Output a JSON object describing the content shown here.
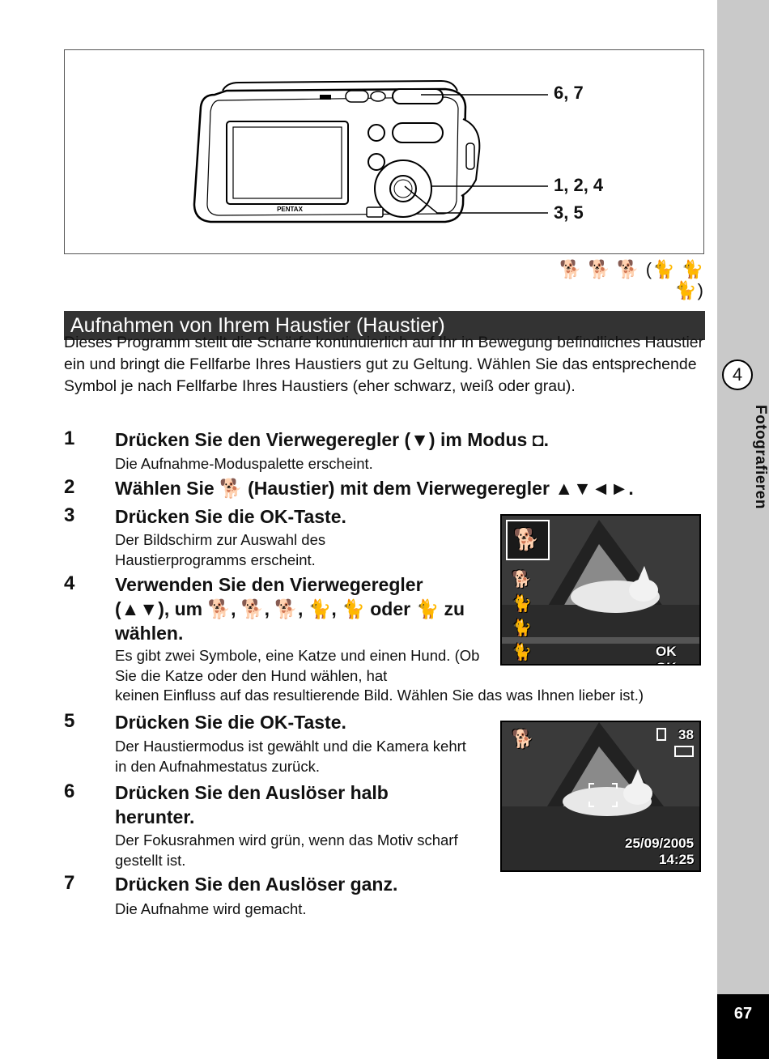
{
  "sidebar": {
    "chapter_number": "4",
    "chapter_label": "Fotografieren",
    "page_number": "67"
  },
  "figure": {
    "brand": "PENTAX",
    "callouts": [
      "6, 7",
      "1, 2, 4",
      "3, 5"
    ]
  },
  "mode_icons": "🐕 🐕 🐕 (🐈 🐈 🐈)",
  "heading": "Aufnahmen von Ihrem Haustier (Haustier)",
  "intro": "Dieses Programm stellt die Schärfe kontinuierlich auf Ihr in Bewegung befindliches Haustier ein und bringt die Fellfarbe Ihres Haustiers gut zu Geltung. Wählen Sie das entsprechende Symbol je nach Fellfarbe Ihres Haustiers (eher schwarz, weiß oder grau).",
  "steps": [
    {
      "num": "1",
      "title": "Drücken Sie den Vierwegeregler (▼) im Modus ◘.",
      "desc": "Die Aufnahme-Moduspalette erscheint."
    },
    {
      "num": "2",
      "title": "Wählen Sie 🐕 (Haustier) mit dem Vierwegeregler ▲▼◄►.",
      "desc": ""
    },
    {
      "num": "3",
      "title": "Drücken Sie die OK-Taste.",
      "desc": "Der Bildschirm zur Auswahl des Haustierprogramms erscheint."
    },
    {
      "num": "4",
      "title": "Verwenden Sie den Vierwegeregler (▲▼), um 🐕, 🐕, 🐕, 🐈, 🐈 oder 🐈 zu wählen.",
      "desc_a": "Es gibt zwei Symbole, eine Katze und einen Hund. (Ob Sie die Katze oder den Hund wählen, hat",
      "desc_b": "keinen Einfluss auf das resultierende Bild. Wählen Sie das was Ihnen lieber ist.)"
    },
    {
      "num": "5",
      "title": "Drücken Sie die OK-Taste.",
      "desc": "Der Haustiermodus ist gewählt und die Kamera kehrt in den Aufnahmestatus zurück."
    },
    {
      "num": "6",
      "title": "Drücken Sie den Auslöser halb herunter.",
      "desc": "Der Fokusrahmen wird grün, wenn das Motiv scharf gestellt ist."
    },
    {
      "num": "7",
      "title": "Drücken Sie den Auslöser ganz.",
      "desc": "Die Aufnahme wird gemacht."
    }
  ],
  "screen1": {
    "ok_label": "OK OK"
  },
  "screen2": {
    "shots": "38",
    "date": "25/09/2005",
    "time": "14:25"
  }
}
